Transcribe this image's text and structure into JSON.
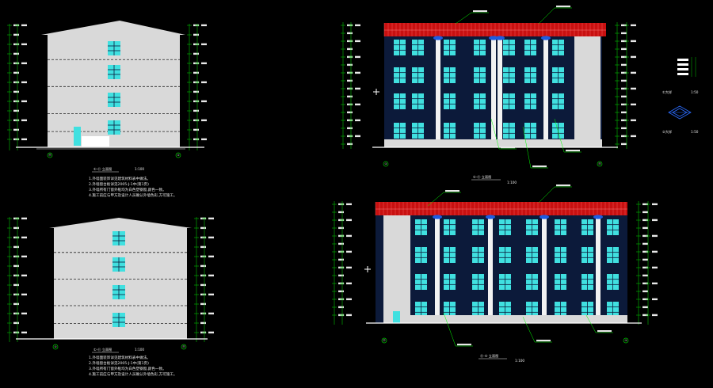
{
  "colors": {
    "background": "#000000",
    "dimension": "#00c000",
    "wall": "#d9d9d9",
    "facade_dark": "#0c1a3a",
    "window": "#40e0e0",
    "roof_tile": "#c81010",
    "roof_ornament": "#1e5be0",
    "column": "#f2f2f2",
    "text": "#e8e8e8",
    "leader": "#00ff00",
    "blue_detail": "#2b6cff"
  },
  "drawings": {
    "side_elevation_top": {
      "title": "①-⑪ 立面图",
      "scale": "1:100",
      "axis_left": "⑪",
      "axis_right": "①"
    },
    "side_elevation_bottom": {
      "title": "①-⑪ 立面图",
      "scale": "1:100",
      "axis_left": "①",
      "axis_right": "⑪"
    },
    "front_elevation_top": {
      "title": "①-⑪ 立面图",
      "scale": "1:100",
      "axis_left": "①",
      "axis_right": "⑪"
    },
    "front_elevation_bottom": {
      "title": "⑪-① 立面图",
      "scale": "1:100",
      "axis_left": "⑪",
      "axis_right": "①"
    },
    "detail": {
      "label_1": "①大样",
      "label_2": "②大样",
      "scale": "1:50"
    }
  },
  "notes_top": [
    "1.外墙面装饰详见建筑材料表中做法。",
    "2.外墙窗台板详见2005-J-1中(第1页)",
    "3.外墙所有门窗外框均为白色塑钢窗,颜色一致。",
    "4.施工前应与甲方及设计人员确认外墙色彩,方可施工。"
  ],
  "notes_bottom": [
    "1.外墙面装饰详见建筑材料表中做法。",
    "2.外墙窗台板详见2005-J-1中(第1页)",
    "3.外墙所有门窗外框均为白色塑钢窗,颜色一致。",
    "4.施工前应与甲方及设计人员确认外墙色彩,方可施工。"
  ]
}
